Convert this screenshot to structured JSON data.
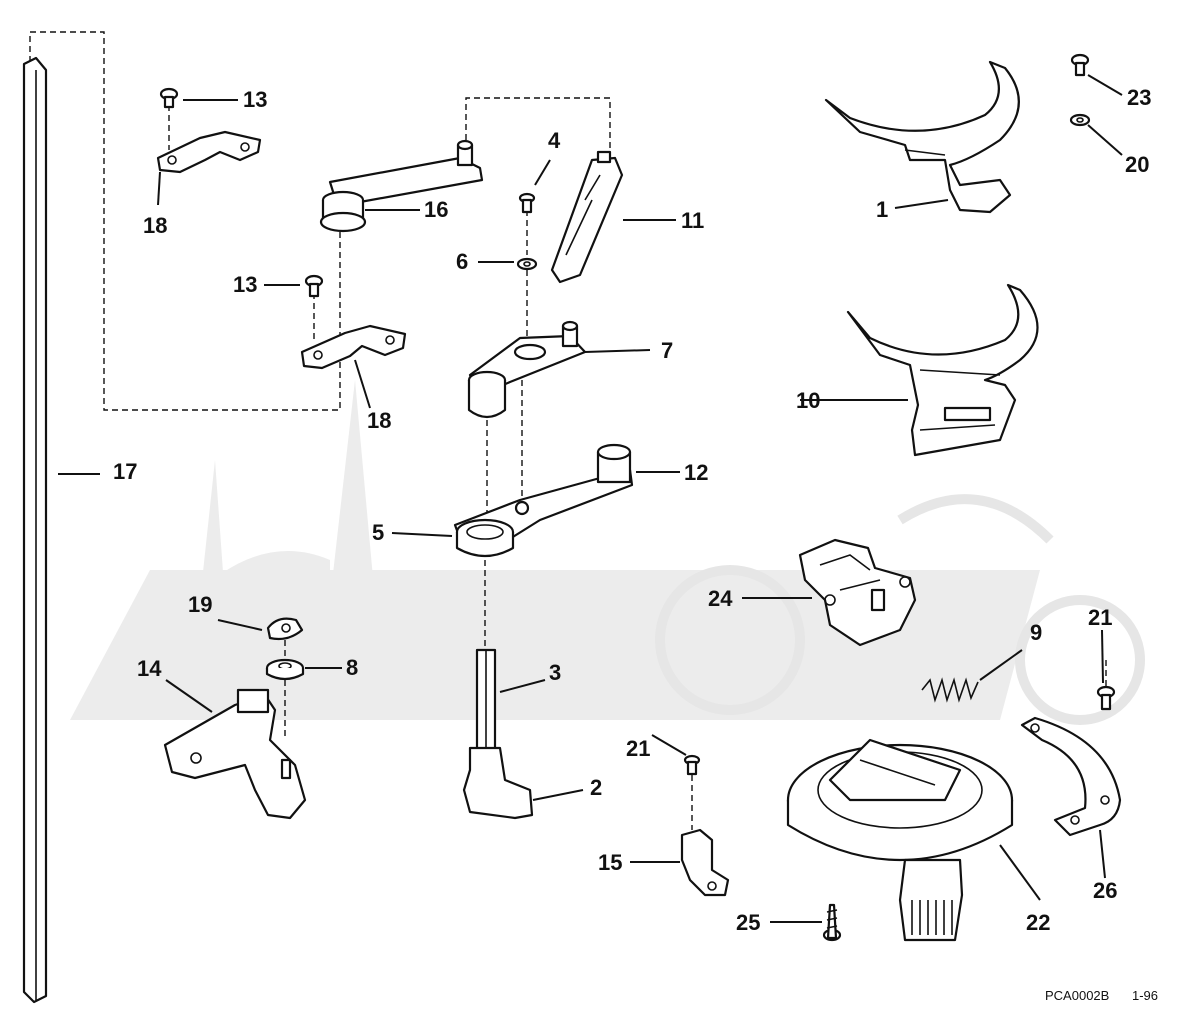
{
  "diagram": {
    "part_labels": {
      "p1": "1",
      "p2": "2",
      "p3": "3",
      "p4": "4",
      "p5": "5",
      "p6": "6",
      "p7": "7",
      "p8": "8",
      "p9": "9",
      "p10": "10",
      "p11": "11",
      "p12": "12",
      "p13a": "13",
      "p13b": "13",
      "p14": "14",
      "p15": "15",
      "p16": "16",
      "p17": "17",
      "p18a": "18",
      "p18b": "18",
      "p19": "19",
      "p20": "20",
      "p21a": "21",
      "p21b": "21",
      "p22": "22",
      "p23": "23",
      "p24": "24",
      "p25": "25",
      "p26": "26"
    },
    "footer": {
      "code": "PCA0002B",
      "page": "1-96"
    }
  }
}
